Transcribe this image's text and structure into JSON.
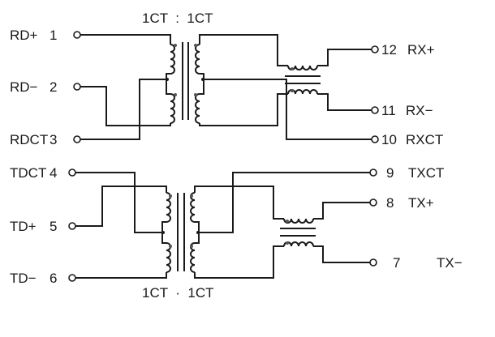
{
  "title": "RJ45 magnetics schematic (isolation transformers and common-mode chokes)",
  "colors": {
    "line": "#1a1a1a",
    "background": "#ffffff",
    "polarity_dot": "#555555"
  },
  "ratios": {
    "top": "1CT  :  1CT",
    "bottom": "1CT  ·  1CT"
  },
  "left_pins": [
    {
      "name": "RD+",
      "number": "1"
    },
    {
      "name": "RD−",
      "number": "2"
    },
    {
      "name": "RDCT",
      "number": "3"
    },
    {
      "name": "TDCT",
      "number": "4"
    },
    {
      "name": "TD+",
      "number": "5"
    },
    {
      "name": "TD−",
      "number": "6"
    }
  ],
  "right_pins": [
    {
      "name": "RX+",
      "number": "12"
    },
    {
      "name": "RX−",
      "number": "11"
    },
    {
      "name": "RXCT",
      "number": "10"
    },
    {
      "name": "TXCT",
      "number": "9"
    },
    {
      "name": "TX+",
      "number": "8"
    },
    {
      "name": "TX−",
      "number": "7"
    }
  ],
  "components": [
    {
      "type": "transformer",
      "ratio": "1CT:1CT",
      "channel": "RX"
    },
    {
      "type": "common-mode-choke",
      "channel": "RX"
    },
    {
      "type": "transformer",
      "ratio": "1CT:1CT",
      "channel": "TX"
    },
    {
      "type": "common-mode-choke",
      "channel": "TX"
    }
  ]
}
